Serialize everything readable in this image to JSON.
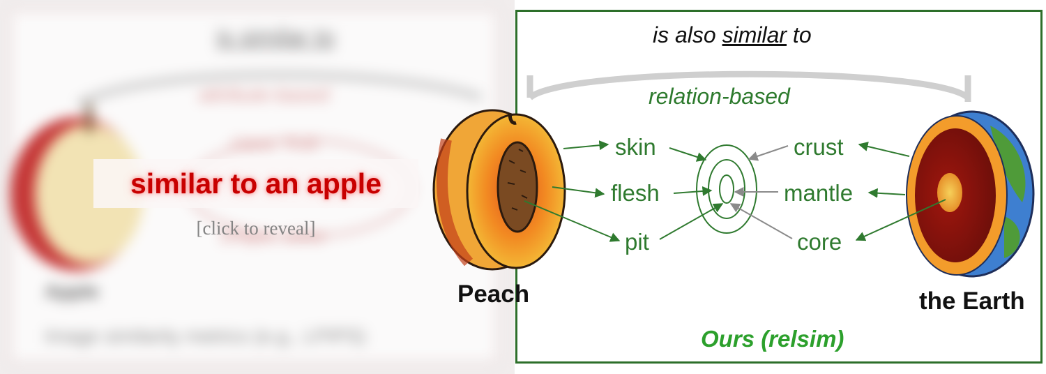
{
  "left_panel": {
    "top_label": "is similar to",
    "attribute_label": "attribute-based",
    "class_label": "class: fruit",
    "middle_label": "shape, color",
    "subject_label": "Apple",
    "caption": "Image similarity metrics (e.g., LPIPS)",
    "reveal_text": "similar to an apple",
    "click_hint": "[click to reveal]"
  },
  "right_panel": {
    "top_label_prefix": "is also ",
    "top_label_underlined": "similar",
    "top_label_suffix": " to",
    "relation_label": "relation-based",
    "peach_parts": [
      "skin",
      "flesh",
      "pit"
    ],
    "earth_parts": [
      "crust",
      "mantle",
      "core"
    ],
    "peach_label": "Peach",
    "earth_label": "the Earth",
    "method_label": "Ours (relsim)"
  },
  "colors": {
    "green": "#2f7a2f",
    "method_green": "#2ca02c",
    "frame_green": "#2d6f2a",
    "reveal_red": "#c80000"
  },
  "icons": [
    "apple-icon",
    "peach-icon",
    "earth-icon",
    "concentric-rings-icon"
  ]
}
